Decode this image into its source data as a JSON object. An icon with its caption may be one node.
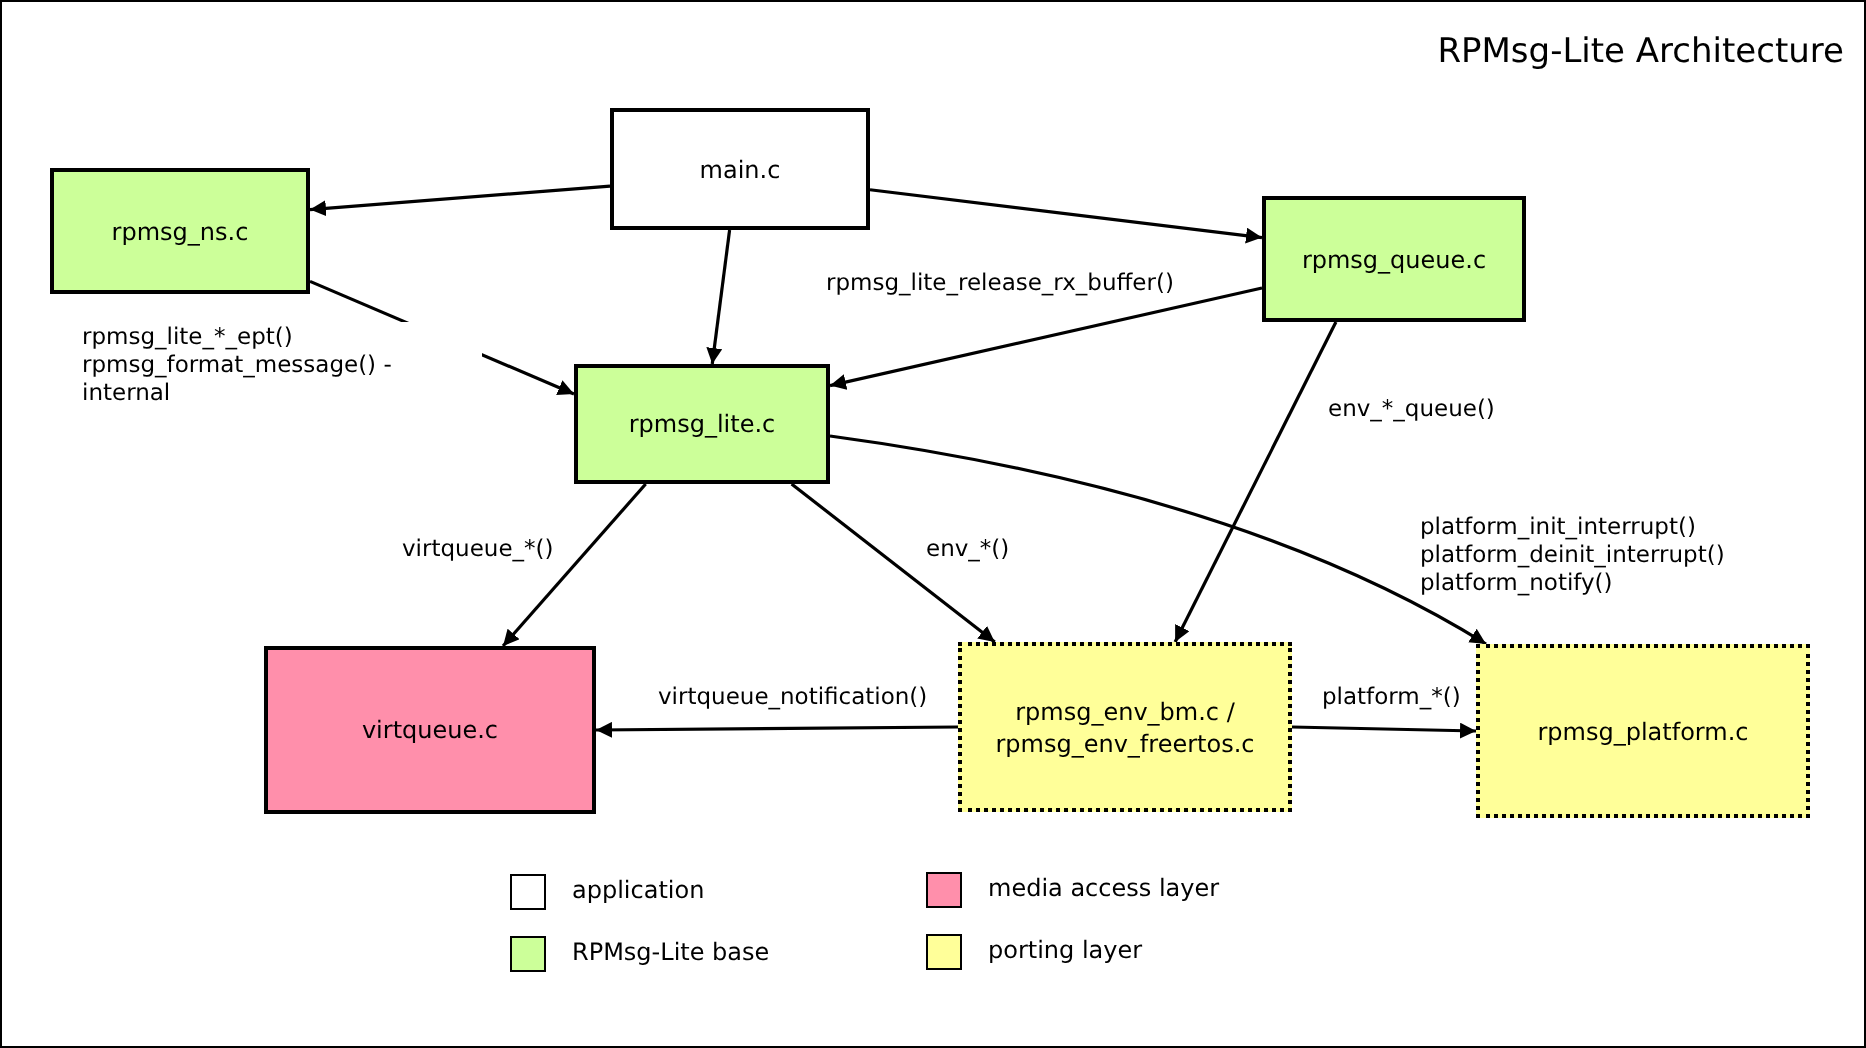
{
  "diagram": {
    "title": "RPMsg-Lite Architecture",
    "nodes": [
      {
        "text": [
          "main.c"
        ]
      },
      {
        "text": [
          "rpmsg_ns.c"
        ]
      },
      {
        "text": [
          "rpmsg_queue.c"
        ]
      },
      {
        "text": [
          "rpmsg_lite.c"
        ]
      },
      {
        "text": [
          "virtqueue.c"
        ]
      },
      {
        "text": [
          "rpmsg_env_bm.c / rpmsg_env_freertos.c"
        ]
      },
      {
        "text": [
          "rpmsg_platform.c"
        ]
      }
    ],
    "edges": [
      {
        "from": 0,
        "to": 1,
        "arrow": "to"
      },
      {
        "from": 0,
        "to": 2,
        "arrow": "to"
      },
      {
        "from": 0,
        "to": 3,
        "arrow": "to"
      },
      {
        "from": 1,
        "to": 3,
        "arrow": "to",
        "label": "rpmsg_lite_*_ept() rpmsg_format_message() - internal"
      },
      {
        "from": 2,
        "to": 3,
        "arrow": "to",
        "label": "rpmsg_lite_release_rx_buffer()"
      },
      {
        "from": 2,
        "to": 5,
        "arrow": "to",
        "label": "env_*_queue()"
      },
      {
        "from": 3,
        "to": 4,
        "arrow": "to",
        "label": "virtqueue_*()"
      },
      {
        "from": 3,
        "to": 5,
        "arrow": "to",
        "label": "env_*()"
      },
      {
        "from": 3,
        "to": 6,
        "arrow": "to",
        "label": "platform_init_interrupt() platform_deinit_interrupt() platform_notify()"
      },
      {
        "from": 5,
        "to": 4,
        "arrow": "to",
        "label": "virtqueue_notification()"
      },
      {
        "from": 5,
        "to": 6,
        "arrow": "to",
        "label": "platform_*()"
      }
    ],
    "legend": [
      {
        "text": "application",
        "color": "#ffffff"
      },
      {
        "text": "RPMsg-Lite base",
        "color": "#ccff99"
      },
      {
        "text": "media access layer",
        "color": "#ff8fab"
      },
      {
        "text": "porting layer",
        "color": "#ffff99"
      }
    ]
  }
}
